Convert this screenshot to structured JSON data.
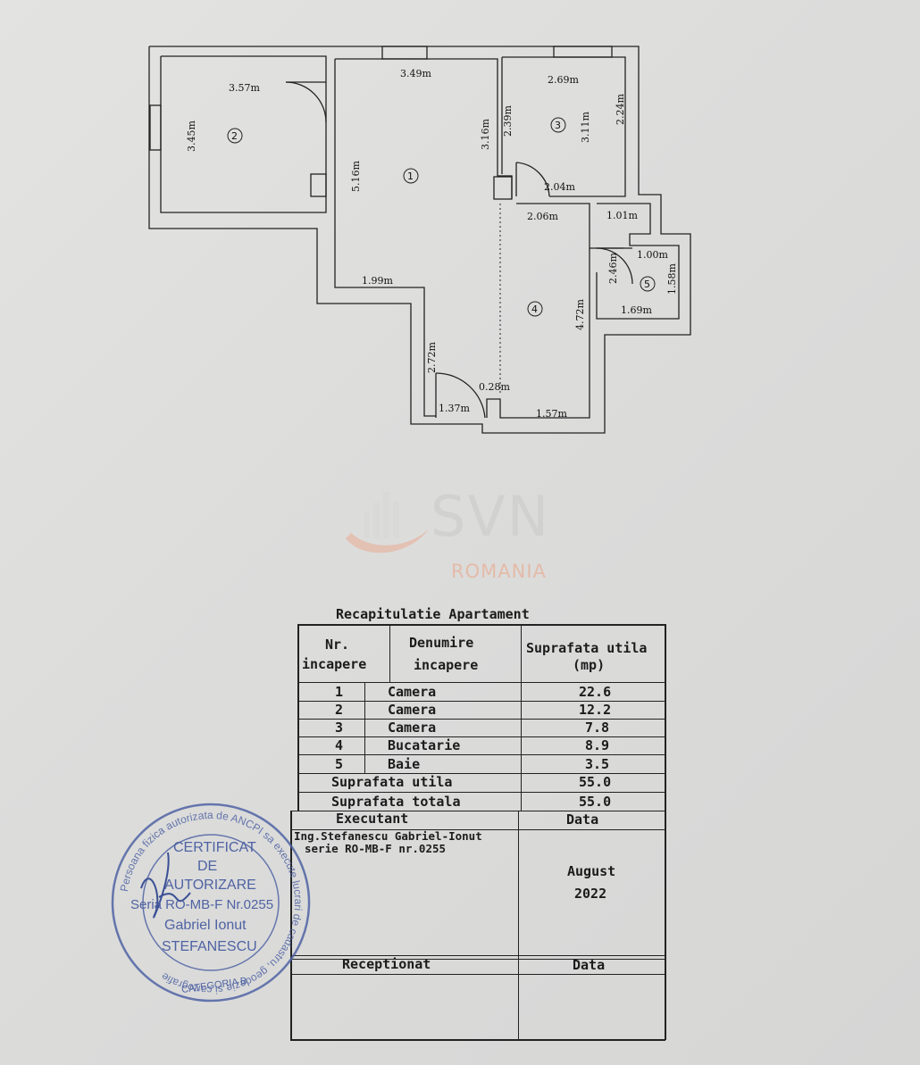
{
  "plan": {
    "rooms": [
      "1",
      "2",
      "3",
      "4",
      "5"
    ],
    "dims": {
      "r2_w": "3.57m",
      "r2_h": "3.45m",
      "r1_w": "3.49m",
      "r1_h": "5.16m",
      "r1_r": "3.16m",
      "r3_w": "2.69m",
      "r3_l": "2.39m",
      "r3_m": "3.11m",
      "r3_r": "2.24m",
      "r3_b": "2.04m",
      "k_w": "2.06m",
      "b_top": "1.01m",
      "b_mid": "1.00m",
      "b_l": "2.46m",
      "b_r": "1.58m",
      "b_b": "1.69m",
      "k_h": "4.72m",
      "c_w": "1.99m",
      "e_h": "2.72m",
      "e_w": "1.37m",
      "s_w": "0.28m",
      "k_b": "1.57m"
    }
  },
  "watermark": {
    "brand": "SVN",
    "sub": "ROMANIA"
  },
  "table": {
    "title": "Recapitulatie Apartament",
    "h_nr1": "Nr.",
    "h_nr2": "incapere",
    "h_den1": "Denumire",
    "h_den2": "incapere",
    "h_sup1": "Suprafata utila",
    "h_sup2": "(mp)",
    "rows": [
      {
        "nr": "1",
        "name": "Camera",
        "area": "22.6"
      },
      {
        "nr": "2",
        "name": "Camera",
        "area": "12.2"
      },
      {
        "nr": "3",
        "name": "Camera",
        "area": "7.8"
      },
      {
        "nr": "4",
        "name": "Bucatarie",
        "area": "8.9"
      },
      {
        "nr": "5",
        "name": "Baie",
        "area": "3.5"
      }
    ],
    "util_label": "Suprafata utila",
    "util_val": "55.0",
    "total_label": "Suprafata totala",
    "total_val": "55.0",
    "exec_label": "Executant",
    "data_label": "Data",
    "exec_name": "Ing.Stefanescu Gabriel-Ionut",
    "exec_serie": "serie RO-MB-F nr.0255",
    "month": "August",
    "year": "2022",
    "recv_label": "Receptionat",
    "data_label2": "Data"
  },
  "stamp": {
    "l1": "CERTIFICAT",
    "l2": "DE",
    "l3": "AUTORIZARE",
    "l4": "Seria RO-MB-F Nr.0255",
    "l5": "Gabriel Ionut",
    "l6": "STEFANESCU",
    "ring": "Persoana fizica autorizata de ANCPI sa execute lucrari de cadastru, geodezie si cartografie",
    "cat": "CATEGORIA B"
  },
  "colors": {
    "stamp": "#4f63a3",
    "ink": "#1c1c1c",
    "watermark_accent": "#eba082"
  }
}
